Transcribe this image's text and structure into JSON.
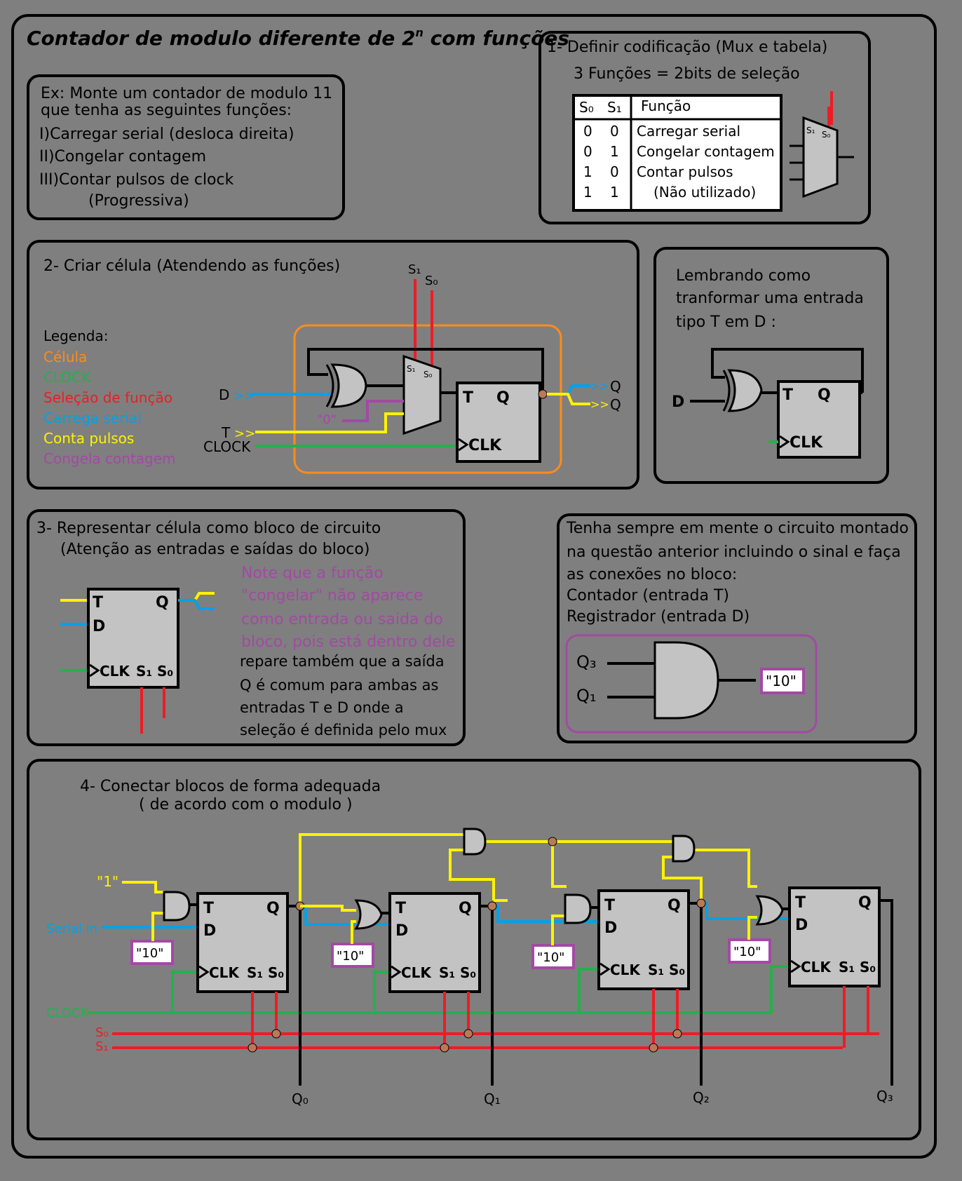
{
  "title": "Contador de modulo diferente de 2",
  "title_sup": "n",
  "title_tail": " com funções",
  "ex": {
    "line1": "Ex: Monte um contador de modulo 11",
    "line2": "que tenha as  seguintes funções:",
    "f1": "I)Carregar serial (desloca direita)",
    "f2": "II)Congelar contagem",
    "f3": "III)Contar pulsos de clock",
    "f4": "(Progressiva)"
  },
  "step1": {
    "title": "1- Definir codificação  (Mux e tabela)",
    "subtitle": "3 Funções = 2bits de seleção",
    "table": {
      "h0": "S₀",
      "h1": "S₁",
      "h2": "Função",
      "rows": [
        {
          "s0": "0",
          "s1": "0",
          "f": "Carregar serial"
        },
        {
          "s0": "0",
          "s1": "1",
          "f": "Congelar contagem"
        },
        {
          "s0": "1",
          "s1": "0",
          "f": "Contar pulsos"
        },
        {
          "s0": "1",
          "s1": "1",
          "f": "(Não utilizado)"
        }
      ]
    },
    "mux_s1": "S₁",
    "mux_s0": "S₀"
  },
  "step2": {
    "title": "2- Criar célula (Atendendo as funções)",
    "legend_title": "Legenda:",
    "legend": [
      {
        "label": "Célula",
        "color": "#ff8c1a"
      },
      {
        "label": "CLOCK",
        "color": "#22b14c"
      },
      {
        "label": "Seleção de função",
        "color": "#ed1c24"
      },
      {
        "label": "Carrega serial",
        "color": "#00a2e8"
      },
      {
        "label": "Conta pulsos",
        "color": "#fff200"
      },
      {
        "label": "Congela contagem",
        "color": "#a349a4"
      }
    ],
    "s1": "S₁",
    "s0": "S₀",
    "d_in": "D",
    "d_arrows": ">>",
    "t_in": "T",
    "t_arrows": ">>",
    "clock": "CLOCK",
    "zero": "\"0\"",
    "ff_t": "T",
    "ff_q": "Q",
    "ff_clk": "CLK",
    "out_q1": "Q",
    "out_q2": "Q",
    "out_arrows": ">>"
  },
  "remember": {
    "line1": "Lembrando como",
    "line2": "tranformar  uma entrada",
    "line3": "tipo T em D :",
    "d": "D",
    "t": "T",
    "q": "Q",
    "clk": "CLK"
  },
  "step3": {
    "title": "3- Representar célula  como bloco de circuito",
    "subtitle": "(Atenção as entradas e  saídas do bloco)",
    "note": [
      "Note que a função",
      "\"congelar\" não aparece",
      "como entrada ou saida do",
      "bloco, pois está dentro dele"
    ],
    "repare": [
      "repare também que a saída",
      "Q é comum para ambas as",
      "entradas T e D onde a",
      "seleção é definida pelo mux"
    ],
    "t": "T",
    "q": "Q",
    "d": "D",
    "clk": "CLK",
    "s1": "S₁",
    "s0": "S₀"
  },
  "reminder": {
    "lines": [
      "Tenha sempre em mente o circuito montado",
      "na questão anterior incluindo o sinal e faça",
      "as conexões no bloco:",
      "Contador (entrada T)",
      "Registrador (entrada D)"
    ],
    "q3": "Q₃",
    "q1": "Q₁",
    "out": "\"10\""
  },
  "step4": {
    "title": "4- Conectar blocos de  forma adequada",
    "subtitle": "( de acordo com o modulo )",
    "one": "\"1\"",
    "serial_in": "Serial in",
    "clock": "CLOCK",
    "s0": "S₀",
    "s1": "S₁",
    "ten": "\"10\"",
    "outputs": [
      "Q₀",
      "Q₁",
      "Q₂",
      "Q₃"
    ],
    "t": "T",
    "q": "Q",
    "d": "D",
    "clk": "CLK",
    "bs1": "S₁",
    "bs0": "S₀"
  },
  "colors": {
    "bg": "#7f7f7f",
    "block": "#c3c3c3",
    "red": "#ed1c24",
    "yellow": "#fff200",
    "blue": "#00a2e8",
    "green": "#22b14c",
    "purple": "#a349a4",
    "orange": "#ff8c1a",
    "dot": "#b97a57"
  }
}
